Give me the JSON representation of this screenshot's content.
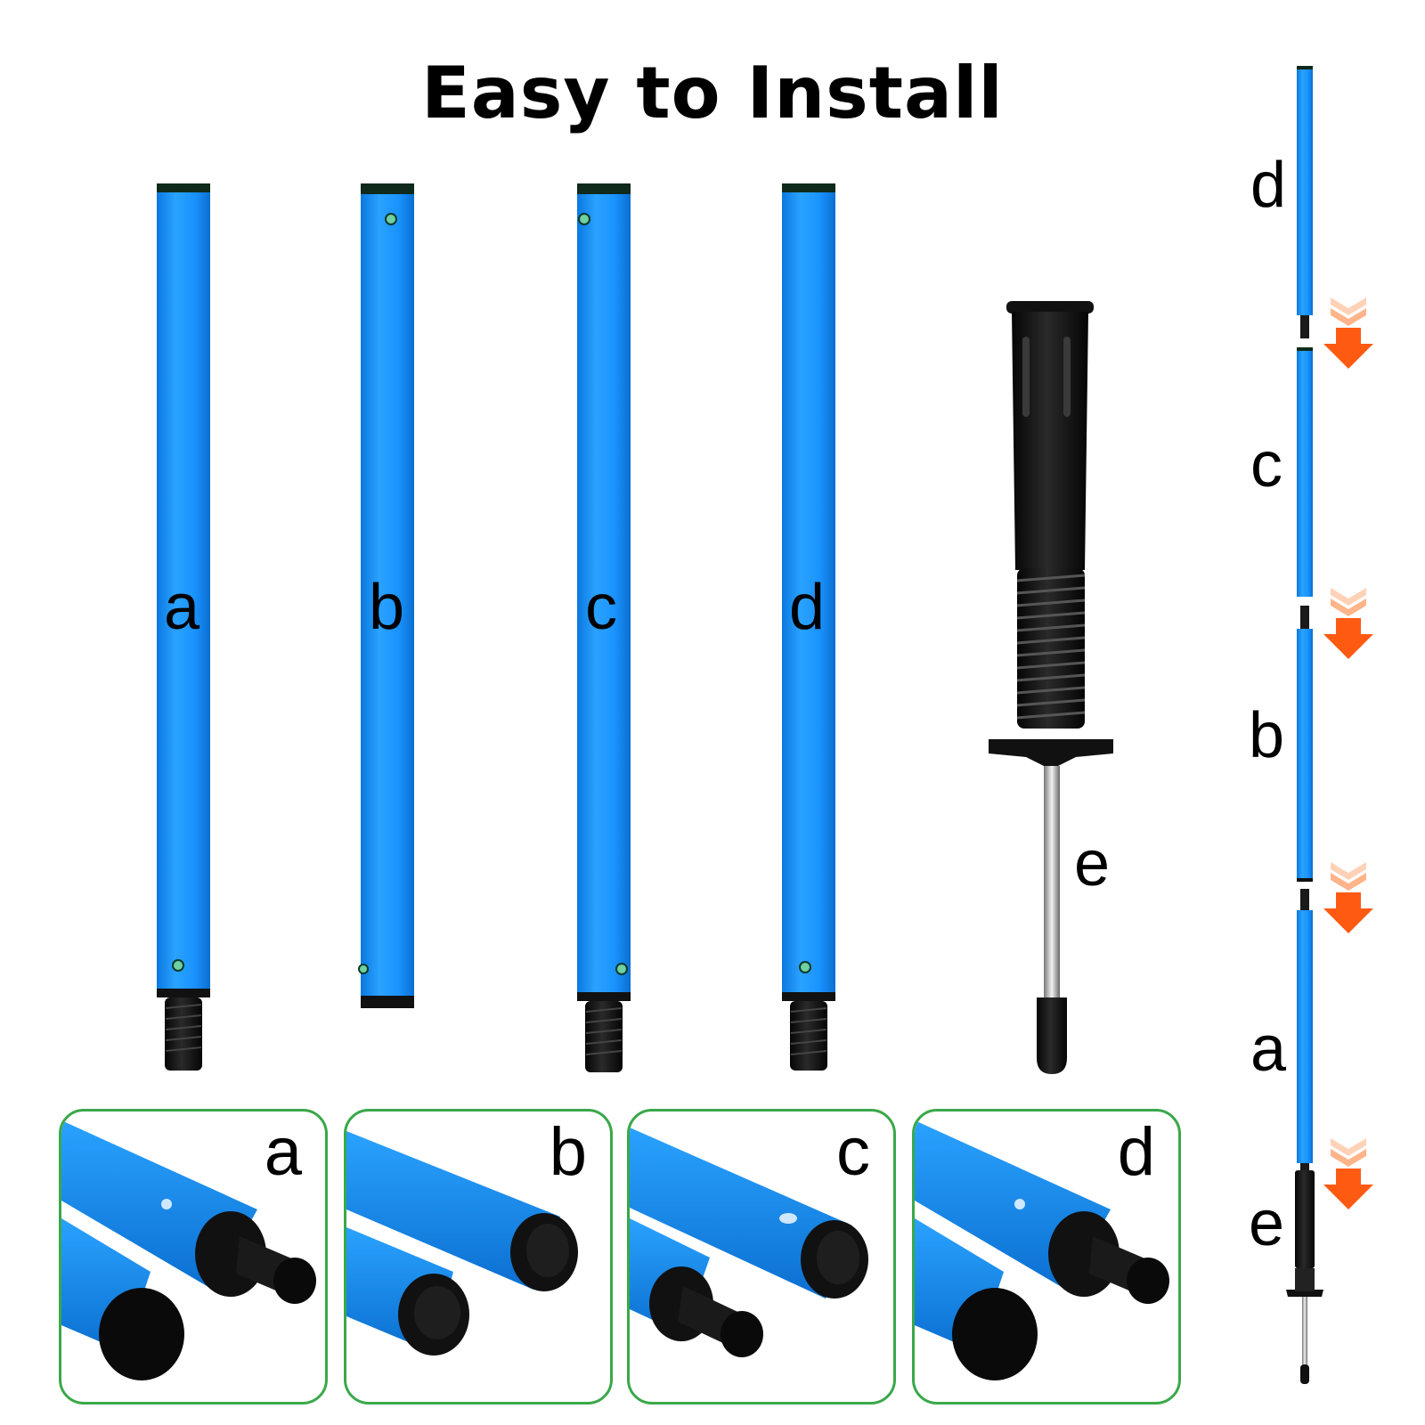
{
  "title": "Easy to Install",
  "poles": {
    "a": "a",
    "b": "b",
    "c": "c",
    "d": "d",
    "e": "e"
  },
  "panels": [
    {
      "label": "a"
    },
    {
      "label": "b"
    },
    {
      "label": "c"
    },
    {
      "label": "d"
    }
  ],
  "stack": {
    "labels": [
      "d",
      "c",
      "b",
      "a",
      "e"
    ]
  },
  "colors": {
    "pole_blue": "#1a93ff",
    "pole_shade": "#0b6fd0",
    "cap_dark": "#0f2a1a",
    "arrow_orange": "#ff5a12",
    "arrow_light": "#ffc6a3",
    "panel_border": "#3aa84a"
  }
}
